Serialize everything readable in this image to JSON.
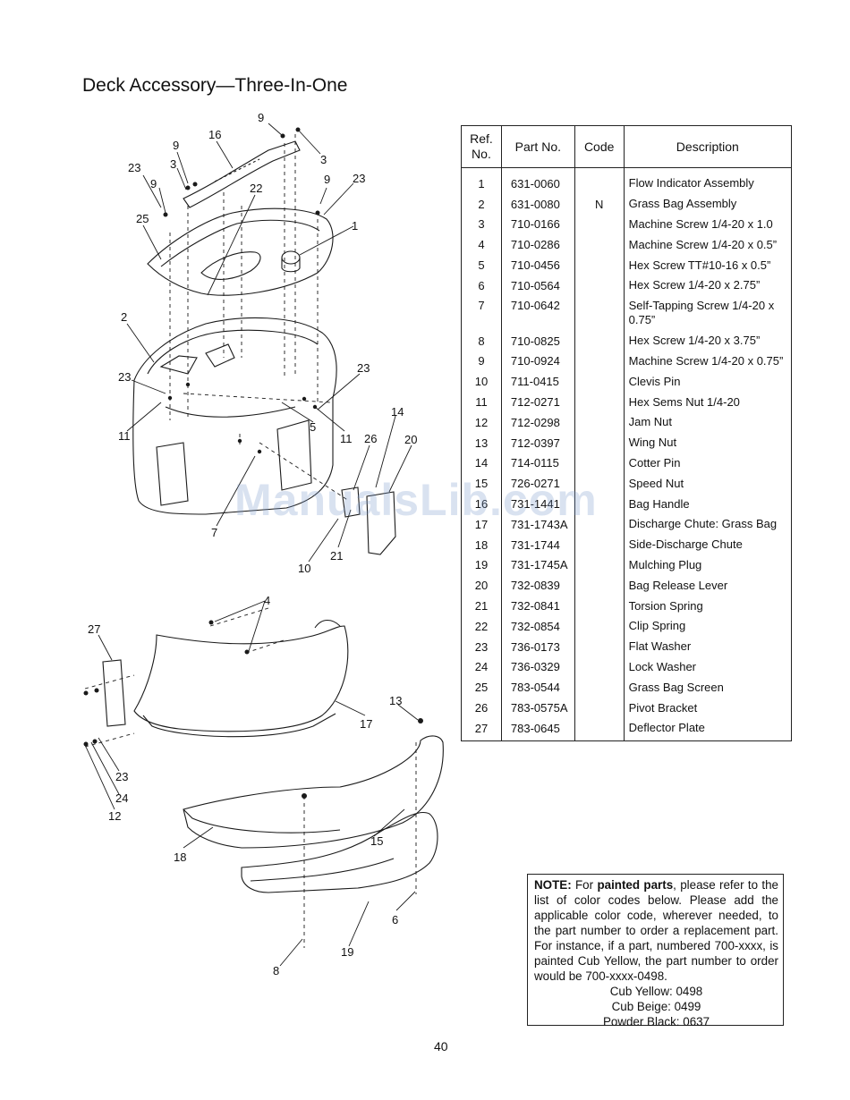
{
  "title": "Deck Accessory—Three-In-One",
  "table": {
    "headers": {
      "ref": "Ref. No.",
      "part": "Part No.",
      "code": "Code",
      "desc": "Description"
    },
    "rows": [
      {
        "ref": "1",
        "part": "631-0060",
        "code": "",
        "desc": "Flow Indicator Assembly"
      },
      {
        "ref": "2",
        "part": "631-0080",
        "code": "N",
        "desc": "Grass Bag Assembly"
      },
      {
        "ref": "3",
        "part": "710-0166",
        "code": "",
        "desc": "Machine Screw 1/4-20 x 1.0"
      },
      {
        "ref": "4",
        "part": "710-0286",
        "code": "",
        "desc": "Machine Screw 1/4-20 x 0.5”"
      },
      {
        "ref": "5",
        "part": "710-0456",
        "code": "",
        "desc": "Hex Screw TT#10-16 x 0.5”"
      },
      {
        "ref": "6",
        "part": "710-0564",
        "code": "",
        "desc": "Hex Screw 1/4-20 x 2.75”"
      },
      {
        "ref": "7",
        "part": "710-0642",
        "code": "",
        "desc": "Self-Tapping Screw 1/4-20 x 0.75”"
      },
      {
        "ref": "8",
        "part": "710-0825",
        "code": "",
        "desc": "Hex Screw 1/4-20 x 3.75”"
      },
      {
        "ref": "9",
        "part": "710-0924",
        "code": "",
        "desc": "Machine Screw 1/4-20 x 0.75”"
      },
      {
        "ref": "10",
        "part": "711-0415",
        "code": "",
        "desc": "Clevis Pin"
      },
      {
        "ref": "11",
        "part": "712-0271",
        "code": "",
        "desc": "Hex Sems Nut 1/4-20"
      },
      {
        "ref": "12",
        "part": "712-0298",
        "code": "",
        "desc": "Jam Nut"
      },
      {
        "ref": "13",
        "part": "712-0397",
        "code": "",
        "desc": "Wing Nut"
      },
      {
        "ref": "14",
        "part": "714-0115",
        "code": "",
        "desc": "Cotter Pin"
      },
      {
        "ref": "15",
        "part": "726-0271",
        "code": "",
        "desc": "Speed Nut"
      },
      {
        "ref": "16",
        "part": "731-1441",
        "code": "",
        "desc": "Bag Handle"
      },
      {
        "ref": "17",
        "part": "731-1743A",
        "code": "",
        "desc": "Discharge Chute: Grass Bag"
      },
      {
        "ref": "18",
        "part": "731-1744",
        "code": "",
        "desc": "Side-Discharge Chute"
      },
      {
        "ref": "19",
        "part": "731-1745A",
        "code": "",
        "desc": "Mulching Plug"
      },
      {
        "ref": "20",
        "part": "732-0839",
        "code": "",
        "desc": "Bag Release Lever"
      },
      {
        "ref": "21",
        "part": "732-0841",
        "code": "",
        "desc": "Torsion Spring"
      },
      {
        "ref": "22",
        "part": "732-0854",
        "code": "",
        "desc": "Clip Spring"
      },
      {
        "ref": "23",
        "part": "736-0173",
        "code": "",
        "desc": "Flat Washer"
      },
      {
        "ref": "24",
        "part": "736-0329",
        "code": "",
        "desc": "Lock Washer"
      },
      {
        "ref": "25",
        "part": "783-0544",
        "code": "",
        "desc": "Grass Bag Screen"
      },
      {
        "ref": "26",
        "part": "783-0575A",
        "code": "",
        "desc": "Pivot Bracket"
      },
      {
        "ref": "27",
        "part": "783-0645",
        "code": "",
        "desc": "Deflector Plate"
      }
    ]
  },
  "note": {
    "label": "NOTE:",
    "text1": " For ",
    "bold": "painted parts",
    "text2": ", please refer to the list of color codes below. Please add the applicable color code, wherever needed, to the part number to order a replacement part. For instance, if a part, numbered 700-xxxx, is painted Cub Yellow, the part number to order would be 700-xxxx-0498.",
    "colors": [
      "Cub Yellow: 0498",
      "Cub Beige: 0499",
      "Powder Black: 0637"
    ]
  },
  "callouts": [
    "9",
    "16",
    "9",
    "3",
    "3",
    "23",
    "9",
    "9",
    "23",
    "22",
    "25",
    "1",
    "2",
    "23",
    "23",
    "11",
    "5",
    "11",
    "14",
    "26",
    "20",
    "7",
    "10",
    "21",
    "4",
    "27",
    "17",
    "13",
    "23",
    "24",
    "12",
    "15",
    "18",
    "6",
    "19",
    "8"
  ],
  "page_number": "40",
  "watermark": "ManualsLib.com"
}
